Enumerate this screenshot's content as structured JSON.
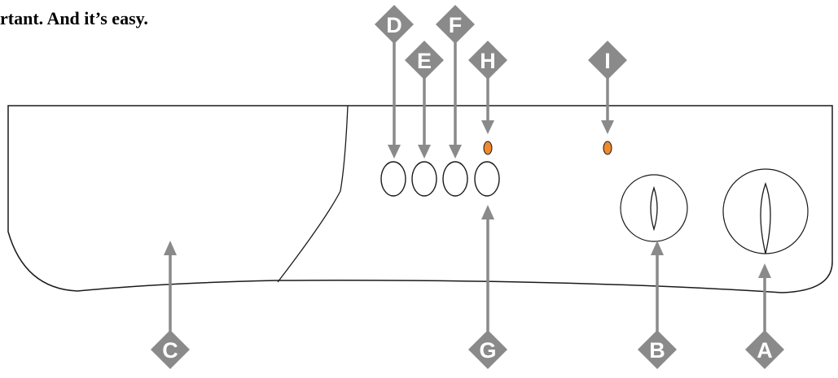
{
  "heading": "rtant. And it’s easy.",
  "colors": {
    "callout": "#8a8a8a",
    "indicator": "#ee8a2e",
    "outline": "#1a1a1a",
    "text": "#000000"
  },
  "callouts": [
    {
      "label": "D",
      "points_to": "button-1"
    },
    {
      "label": "E",
      "points_to": "button-2"
    },
    {
      "label": "F",
      "points_to": "button-3"
    },
    {
      "label": "H",
      "points_to": "indicator-light-1"
    },
    {
      "label": "I",
      "points_to": "indicator-light-2"
    },
    {
      "label": "G",
      "points_to": "button-4"
    },
    {
      "label": "C",
      "points_to": "panel-area"
    },
    {
      "label": "B",
      "points_to": "small-dial"
    },
    {
      "label": "A",
      "points_to": "large-dial"
    }
  ]
}
